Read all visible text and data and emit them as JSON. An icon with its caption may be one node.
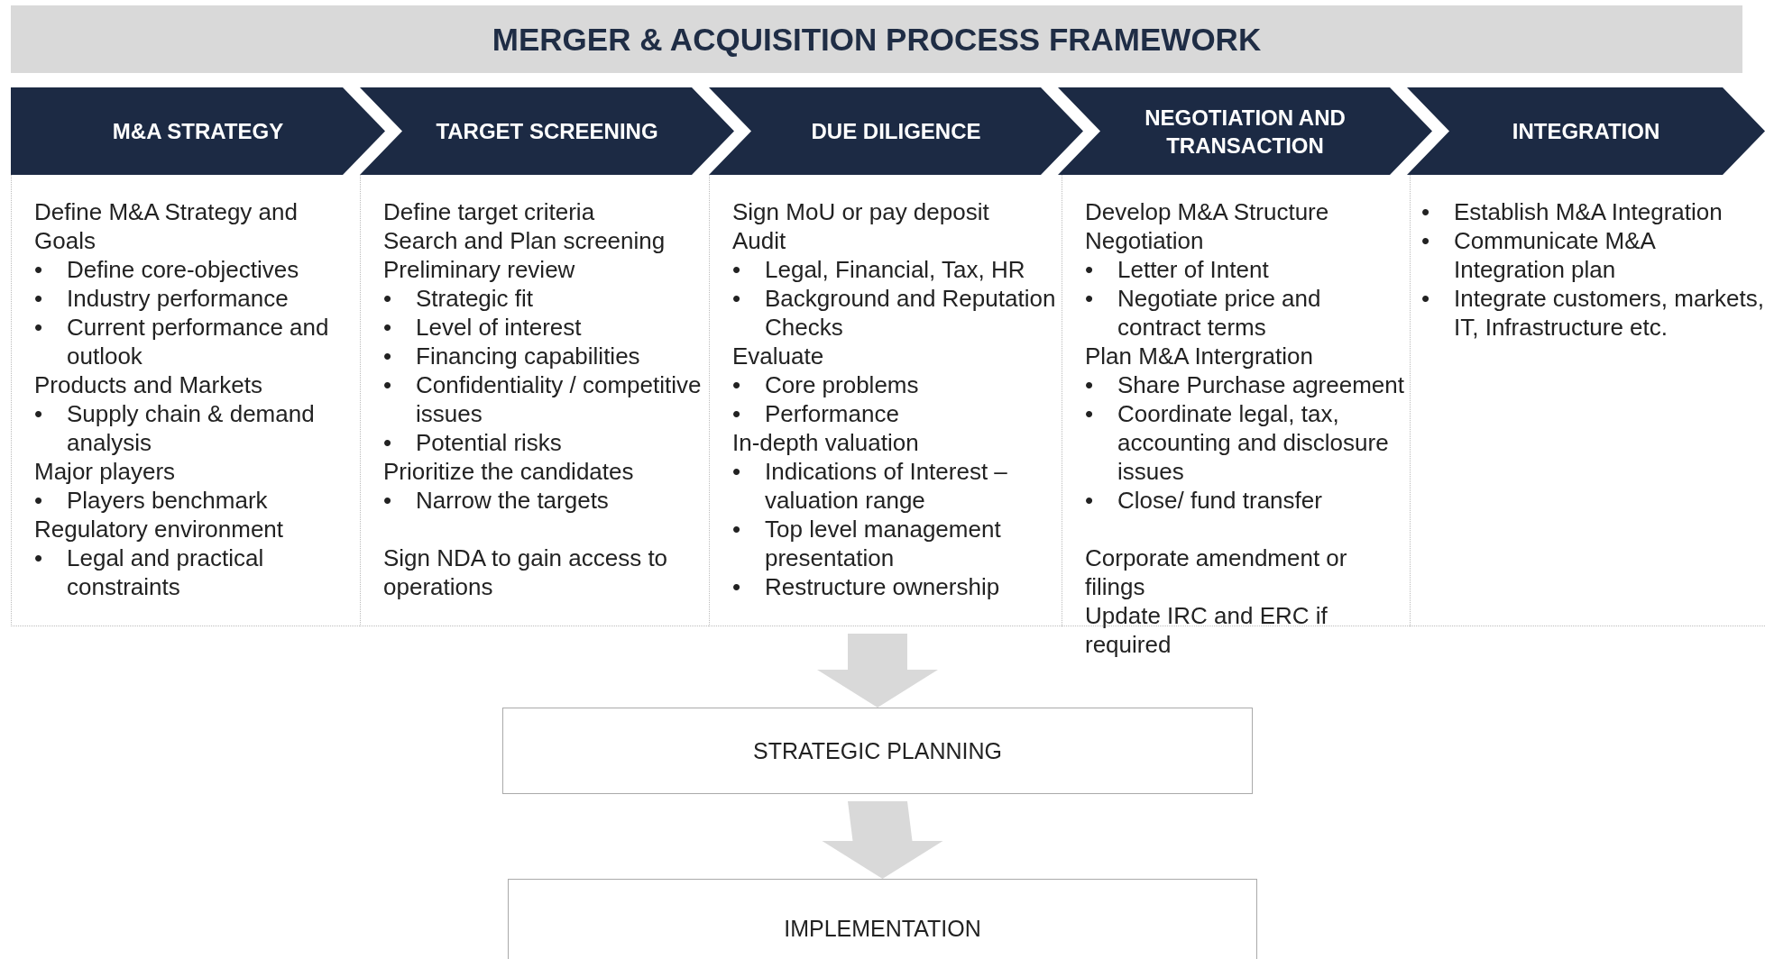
{
  "diagram": {
    "title": "MERGER & ACQUISITION PROCESS FRAMEWORK",
    "nodes": [
      {
        "text": [
          "M&A STRATEGY"
        ]
      },
      {
        "text": [
          "TARGET SCREENING"
        ]
      },
      {
        "text": [
          "DUE DILIGENCE"
        ]
      },
      {
        "text": [
          "NEGOTIATION AND TRANSACTION"
        ]
      },
      {
        "text": [
          "INTEGRATION"
        ]
      },
      {
        "text": [
          "Define M&A Strategy and Goals",
          "•\tDefine core-objectives",
          "•\tIndustry performance",
          "•\tCurrent performance and outlook",
          "Products and Markets",
          "•\tSupply chain & demand analysis",
          "Major players",
          "•\tPlayers benchmark",
          "Regulatory environment",
          "•\tLegal and practical constraints"
        ]
      },
      {
        "text": [
          "Define target criteria",
          "Search and Plan screening",
          "Preliminary review",
          "•\tStrategic fit",
          "•\tLevel of interest",
          "•\tFinancing capabilities",
          "•\tConfidentiality / competitive issues",
          "•\tPotential risks",
          "Prioritize the candidates",
          "•\tNarrow the targets",
          "Sign NDA to gain access to operations"
        ]
      },
      {
        "text": [
          "Sign MoU or pay deposit",
          "Audit",
          "•\tLegal, Financial, Tax, HR",
          "•\tBackground and Reputation Checks",
          "Evaluate",
          "•\tCore problems",
          "•\tPerformance",
          "In-depth valuation",
          "•\tIndications of Interest – valuation range",
          "•\tTop level management presentation",
          "•\tRestructure ownership"
        ]
      },
      {
        "text": [
          "Develop M&A Structure",
          "Negotiation",
          "•\tLetter of Intent",
          "•\tNegotiate price and contract terms",
          "Plan M&A Intergration",
          "•\tShare Purchase agreement",
          "•\tCoordinate legal, tax, accounting and disclosure issues",
          "•\tClose/ fund transfer",
          "Corporate amendment or filings",
          "Update IRC and ERC if required"
        ]
      },
      {
        "text": [
          "•\tEstablish M&A Integration",
          "•\tCommunicate M&A Integration plan",
          "•\tIntegrate customers, markets, IT, Infrastructure etc."
        ]
      },
      {
        "text": [
          "STRATEGIC PLANNING"
        ]
      },
      {
        "text": [
          "IMPLEMENTATION"
        ]
      }
    ],
    "edges": [
      {
        "from": 7,
        "to": 10,
        "arrow": "to"
      },
      {
        "from": 10,
        "to": 11,
        "arrow": "to"
      }
    ]
  }
}
